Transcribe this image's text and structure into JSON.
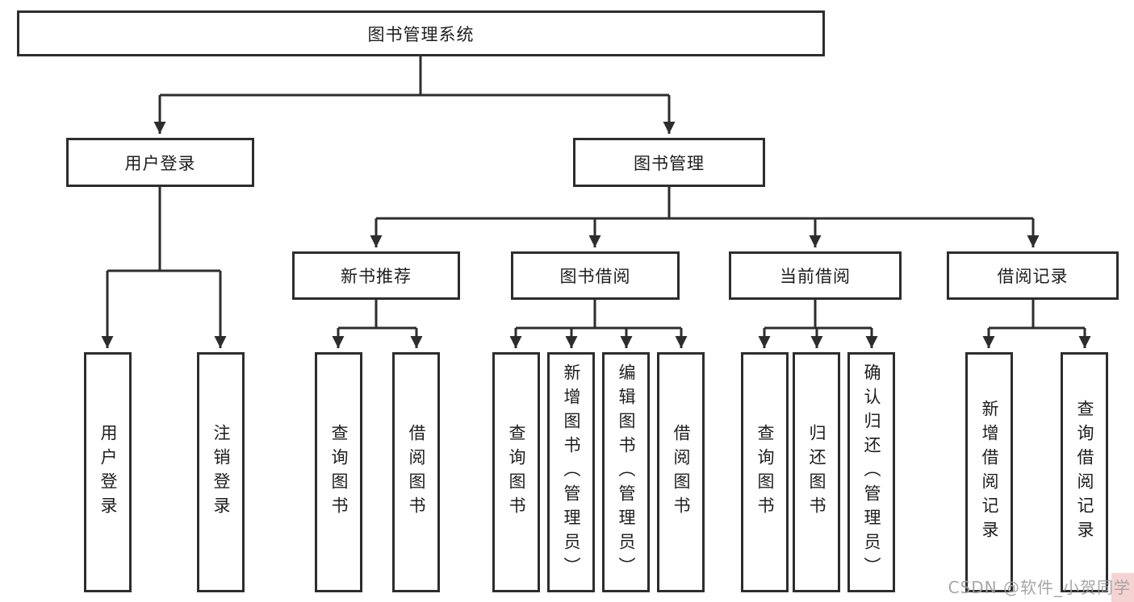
{
  "tree": {
    "label": "图书管理系统",
    "children": [
      {
        "label": "用户登录",
        "children": [
          {
            "label": "用户登录"
          },
          {
            "label": "注销登录"
          }
        ]
      },
      {
        "label": "图书管理",
        "children": [
          {
            "label": "新书推荐",
            "children": [
              {
                "label": "查询图书"
              },
              {
                "label": "借阅图书"
              }
            ]
          },
          {
            "label": "图书借阅",
            "children": [
              {
                "label": "查询图书"
              },
              {
                "label": "新增图书（管理员）"
              },
              {
                "label": "编辑图书（管理员）"
              },
              {
                "label": "借阅图书"
              }
            ]
          },
          {
            "label": "当前借阅",
            "children": [
              {
                "label": "查询图书"
              },
              {
                "label": "归还图书"
              },
              {
                "label": "确认归还（管理员）"
              }
            ]
          },
          {
            "label": "借阅记录",
            "children": [
              {
                "label": "新增借阅记录"
              },
              {
                "label": "查询借阅记录"
              }
            ]
          }
        ]
      }
    ]
  },
  "watermark": {
    "text": "CSDN @软件_小贺同学"
  },
  "colors": {
    "line": "#2d2d2d",
    "box_border": "#2d2d2d",
    "text": "#1d1d1d",
    "watermark_text": "#9e9e9e",
    "watermark_highlight": "#f5d3d2"
  }
}
